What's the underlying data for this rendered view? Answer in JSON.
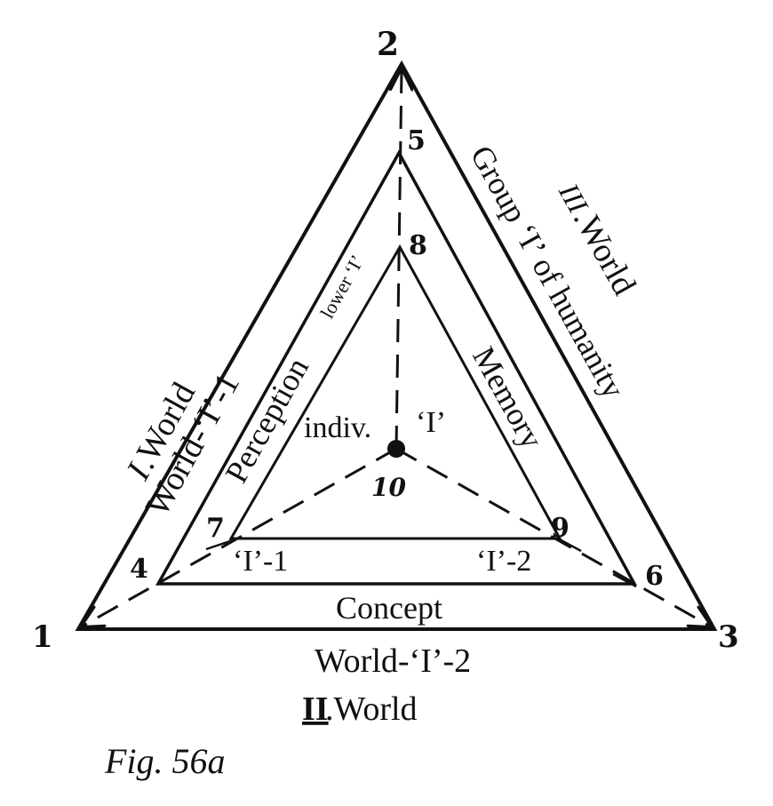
{
  "figure": {
    "caption": "Fig. 56a",
    "vertex_numbers": [
      "1",
      "2",
      "3",
      "4",
      "5",
      "6",
      "7",
      "8",
      "9",
      "10"
    ],
    "labels": {
      "world_one_numeral": "I",
      "world_one": ".World",
      "world_i_1": "World-‘I’-1",
      "world_three_numeral": "III",
      "world_three": ".World",
      "group_i_humanity": "Group ‘I’ of humanity",
      "world_i_2": "World-‘I’-2",
      "world_two_numeral": "II",
      "world_two": ".World",
      "perception": "Perception",
      "memory": "Memory",
      "concept": "Concept",
      "lower_i": "lower ‘I’",
      "indiv": "indiv.",
      "i_center": "‘I’",
      "i_1": "‘I’-1",
      "i_2": "‘I’-2"
    }
  }
}
